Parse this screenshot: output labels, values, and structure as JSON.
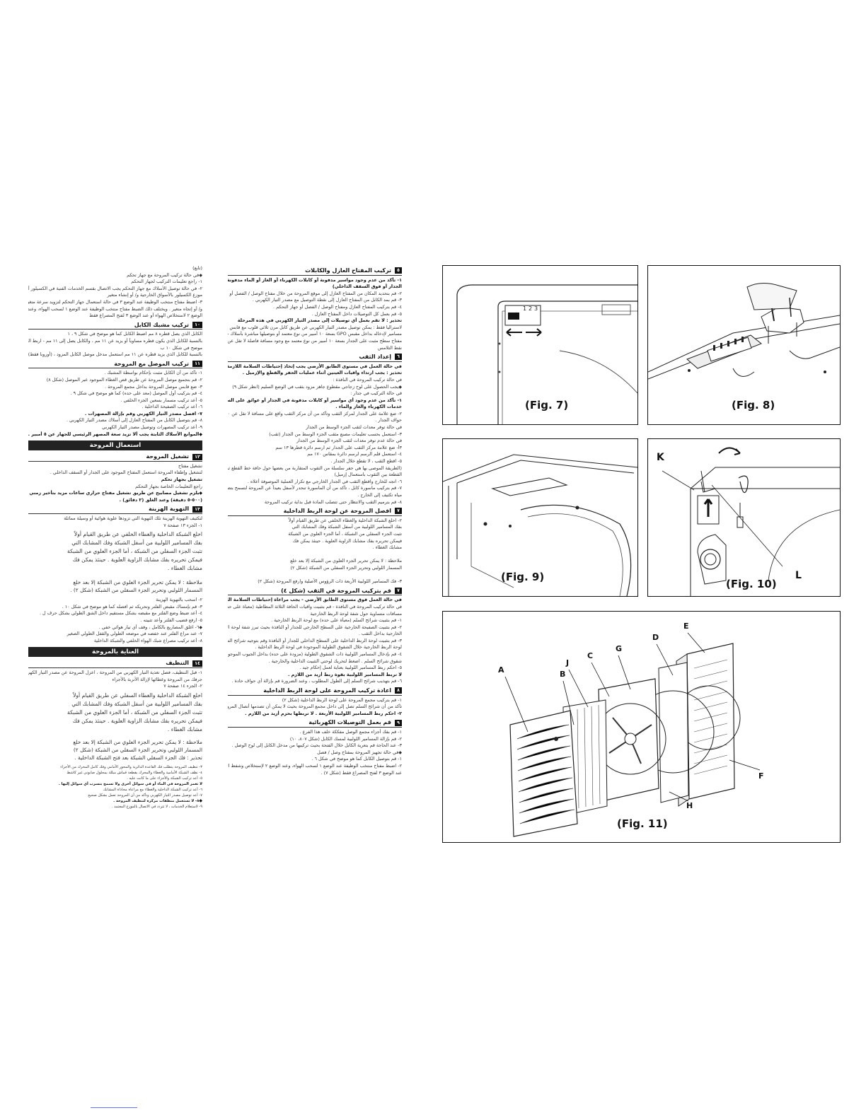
{
  "right_column": {
    "sections": [
      {
        "num": "٥",
        "title": "تركيب المفتاح العازل والكابلات",
        "lines": [
          {
            "t": "١- تأكد من عدم وجود مواسير مدفونة أو كابلات الكهرباء أو الغاز أو الماء مدفونة خلف موقع المفتاح (في",
            "b": true
          },
          {
            "t": "الجدار أو فوق السقف الداخلي)",
            "b": true
          },
          {
            "t": "٢- قم بتحديد المكان من المفتاح العازل إلى موقع المروحة من خلال مفتاح الوصل / الفصل أو جهاز التحكم ."
          },
          {
            "t": "٣- قم بمد الكابل من المفتاح العازل إلى نقطة التوصيل مع مصدر التيار الكهربي ."
          },
          {
            "t": "٤- قم بتركيب المفتاح العازل ومفتاح الوصل / الفصل أو جهاز التحكم ."
          },
          {
            "t": "٥- قم بعمل كل التوصيلات داخل المفتاح العازل ."
          },
          {
            "t": "تحذير : لا تقم بعمل أي توصيلات إلى مصدر التيار الكهربي في هذه المرحلة",
            "b": true
          },
          {
            "t": "لاستراليا فقط : يمكن توصيل مصدر التيار الكهربي عن طريق كابل مرن ثلاثي قلوب مع قابس بثلاثة"
          },
          {
            "t": "مسامير لإدخاله بداخل مقبس GPO بسعة ١٠ أمبير من نوع معتمد أو بتوصيلها مباشرة بأسلاك خلال"
          },
          {
            "t": "مفتاح سطح مثبت على الجدار بسعة ١٠ أمبير من نوع معتمد مع وجود مسافة فاصلة لا تقل عن ٣ مم من"
          },
          {
            "t": "نقط التلامس"
          }
        ]
      },
      {
        "num": "٦",
        "title": "إعداد الثقب",
        "lines": [
          {
            "t": "في حالة العمل في مستوى الطابق الأرضي يجب إتخاذ إحتياطات السلامة اللازمة .",
            "b": true
          },
          {
            "t": "تحذير : يجب ارتداء واقيات العينين أثناء عمليات الحفر والقطع والإزميل .",
            "b": true
          },
          {
            "t": "في حالة تركيب المروحة في النافذة :"
          },
          {
            "t": "يجب الحصول على لوح زجاجي مقطوع جاهز مزود بثقب في الوضع السليم (انظر شكل ٩)",
            "bullet": true
          },
          {
            "t": "في حالة التركيب في جدار :"
          },
          {
            "t": "١- تأكد من عدم وجود أي مواسير أو كابلات مدفونة في الجدار أو عوائق على السطح الخارجي مثل",
            "b": true
          },
          {
            "t": "خدمات الكهرباء والغاز والماء .",
            "b": true
          },
          {
            "t": "٢- ضع علامة على الجدار لمركز الثقب وتأكد من أن مركز الثقب واقع على مسافة لا تقل عن ٢٥٠ مم من"
          },
          {
            "t": "حواف الجدار ."
          },
          {
            "t": "في حالة توفر معدات لثقب الجزء الوسط من الجدار"
          },
          {
            "t": "٣- استعمل بحسب تعليمات مصنع مثقب الجزء الوسط من الجدار (ثقب)"
          },
          {
            "t": "في حالة عدم توفر معدات لثقب الجزء الوسط من الجدار"
          },
          {
            "t": "٣أ- ضع علامة مركز الثقب على الجدار ثم ارسم دائرة قطرها ١٣ سم"
          },
          {
            "t": "٤- استعمل قلم الرسم لرسم دائرة بمقاس ١٧٠ مم"
          },
          {
            "t": "٥- اقطع الثقب ، لا تقطع خلال الجدار ."
          },
          {
            "t": "(الطريقة الموصى بها هي حفر سلسلة من الثقوب المتقاربة من بعضها حول حافة خط القطع ثم قم بإزالة"
          },
          {
            "t": "القطعة بين الثقوب باستعمال إزميل)"
          },
          {
            "t": "٦- اتجه للخارج واقطع الثقب في الجدار الخارجي مع تكرار العملية الموصوفة أعلاه ."
          },
          {
            "t": "٧- قم بتركيب ماسورة كابل ، تأكد من أن الماسورة تنحدر لأسفل بعيداً عن المروحة لتسمح بتصريف أي"
          },
          {
            "t": "مياه تكثيف إلى الخارج ."
          },
          {
            "t": "٨- قم بترميم الثقب والانتظار حتى تتصلب المادة قبل بداية تركيب المروحة"
          }
        ]
      },
      {
        "num": "٧",
        "title": "افصل المروحة عن لوحة الربط الداخلية",
        "lines": [
          {
            "t": "٢- احلع الشبكة الداخلية والغطاء الخلفي عن طريق القيام أولاً"
          },
          {
            "t": "بفك المسامير اللولبية من أسفل الشبكة وفك المشابك التي"
          },
          {
            "t": "تثبت الجزء السفلي من الشبكة ، أما الجزء العلوي من الشبكة"
          },
          {
            "t": "فيمكن تحريره بفك مشابك الزاوية العلوية . حينئذ يمكن فك"
          },
          {
            "t": "مشابك الغطاء ."
          },
          {
            "t": ""
          },
          {
            "t": "ملاحظة : لا يمكن تحرير الجزء العلوي من الشبكة إلا بعد خلع"
          },
          {
            "t": "المسمار اللولبي وتحرير الجزء السفلي من الشبكة (شكل ٢)"
          },
          {
            "t": ""
          },
          {
            "t": "٣- فك المسامير اللولبية الأربعة ذات الرؤوس الأصلية وارفع المروحة (شكل ٢)"
          }
        ]
      },
      {
        "num": "٧",
        "title": "قم بتركيب المروحة في الثقب (شكل ٤)",
        "lines": [
          {
            "t": "في حالة العمل فوق مستوى الطابق الأرضي - يجب مراعاة إحتياطات السلامة اللازمة .",
            "b": true
          },
          {
            "t": "في حالة تركيب المروحة في النافذة - قم بتثبيت واقيات الحافة الثلاثة المطاطية (معباة على حده) على"
          },
          {
            "t": "مسافات متساوية حول شفة لوحة الربط الخارجية"
          },
          {
            "t": "١- قم بتثبيت شرائح السلم (معبأة على حده) مع لوحة الربط الخارجية ."
          },
          {
            "t": "٢- قم بتثبيت الصفيحة الخارجية على السطح الخارجي للجدار أو النافذة بحيث تبرز شفة لوحة الربط"
          },
          {
            "t": "الخارجية بداخل الثقب ."
          },
          {
            "t": "٣- قم بتثبيت لوحة الربط الداخلية على السطح الداخلي للجدار أو النافذة وقم بتوجيه شرائح السلم من"
          },
          {
            "t": "لوحة الربط الخارجية خلال الشقوق الطولية الموجودة في لوحة الربط الداخلية ."
          },
          {
            "t": "٤- قم بإدخال المسامير اللولبية ذات الشقوق الطولية (مزودة على حده) بداخل الجيوب الموجودة حول"
          },
          {
            "t": "شقوق شرائح السلم . اضغط لتحريك لوحتي التثبيت الداخلية والخارجية ."
          },
          {
            "t": "٥- احكم ربط المسامير اللولبية بعناية لعمل إحكام جيد ."
          },
          {
            "t": "لا تربط المسامير اللولبية بقوة ربط أزيد من اللازم .",
            "b": true
          },
          {
            "t": "٦- قم بتهذيب شرائح السلم إلى الطول المطلوب ، وعند الضرورة قم بإزالة أي حواف حادة ."
          }
        ]
      },
      {
        "num": "٨",
        "title": "اعادة تركيب المروحة على لوحة الربط الداخلية",
        "lines": [
          {
            "t": "١- قم بتركيب مجمع المروحة على لوحة الربط الداخلية (شكل ٢)"
          },
          {
            "t": "تأكد من أن شرائح السلم تصل إلى داخل مجمع المروحة بحيث لا يمكن أن تصدمها أنصال المروحة"
          },
          {
            "t": "٢- احكم ربط المسامير اللولبية الأربعة . لا تربطها بحزم أزيد من اللازم .",
            "b": true
          }
        ]
      },
      {
        "num": "٩",
        "title": "قم بعمل التوصيلات الكهربائية",
        "lines": [
          {
            "t": "١- قم بفك أجزاء مجمع الوصل مفككة خلف هذا الفرع ."
          },
          {
            "t": "٢- قم بإزالة المسامير اللولبية لمسك الكابل (شكل ٨٠٧، ١٠)"
          },
          {
            "t": "٣- عند الحاجة قم بتعرية الكابل خلال الفتحة بحيث تركيبها من مدخل الكابل إلى لوح الوصل ."
          },
          {
            "t": "في حالة تجهيز المروحة بمفتاح وصل / فصل",
            "bullet": true
          },
          {
            "t": "١- قم بتوصيل الكابل كما هو موضح في شكل ٦ ."
          },
          {
            "t": "٢- اضبط مفتاح منتخب الوظيفة عند الوضع ١ لسحب الهواء، وعند الوضع ٢ لإستخلاص وشفط الهواء أو"
          },
          {
            "t": "عند الوضع ٣ لفتح المصراع فقط (شكل ٧) ."
          }
        ]
      }
    ]
  },
  "left_column": {
    "top_lines": [
      {
        "t": "(تابع)"
      },
      {
        "t": "في حالة تركيب المروحة مع جهاز تحكم",
        "bullet": true
      },
      {
        "t": "١- راجع تعليمات التركيب لجهاز التحكم"
      },
      {
        "t": "٢- في حالة توصيل الأسلاك مع جهاز التحكم يجب الاتصال بقسم الخدمات الفنية في الكسيلور أو"
      },
      {
        "t": "موزع الكسيلور بالأسواق الخارجية و/ أو إنشاء متغير"
      },
      {
        "t": "٣- اضبط مفتاح منتخب الوظيفة عند الوضع ٣ في حالة استعمال جهاز التحكم لتزويد سرعة متغيرة"
      },
      {
        "t": "و/ أو إتجاه متغير . ويختلف ذلك الضبط مفتاح منتخب الوظيفة عند الوضع ١ لسحب الهواء، وعند"
      },
      {
        "t": "الوضع ٢ لاستخلاص الهواء أو عند الوضع ٣ لفتح المصراع فقط"
      }
    ],
    "sections": [
      {
        "num": "١٠",
        "title": "تركيب مشبك الكابل",
        "lines": [
          {
            "t": "الكابل الذي يصل قطره ٨ مم اضبط الكابل كما هو موضح في شكل ٩ ، ١"
          },
          {
            "t": "بالنسبة للكابل الذي يكون قطره مساوياً أو يزيد عن ١١ مم ، والكابل يصل إلى ١١ مم - اربط الكابل كما هو"
          },
          {
            "t": "موضح في شكل ١٠ ب"
          },
          {
            "t": "بالنسبة للكابل الذي يزيد قطره عن ١١ مم استعمل مدخل موصل الكابل المزود ، (أوروبا فقط)"
          }
        ]
      },
      {
        "num": "١١",
        "title": "تركيب الموصل مع المروحة",
        "lines": [
          {
            "t": "١- تأكد من أن الكابل مثبت بإحكام بواسطة المشبك ."
          },
          {
            "t": "٢- قم بتجميع موصل المروحة عن طريق قص الغطاء الموجود عبر الموصل (شكل ٨)"
          },
          {
            "t": "٣- ضع قابس موصل المروحة بداخل مجمع المروحة ."
          },
          {
            "t": "٤- قم بتركيب أول الموصل (معد على حده) كما هو موضح في شكل ٩ ."
          },
          {
            "t": "٥- أعد تركيب مسمار بسعين الجزء الخلفي ."
          },
          {
            "t": "٦- أعد تركيب الصفيحة الداخلية ."
          },
          {
            "t": "٧- افصل مصدر التيار الكهربي وقم بإزالة المصهرات .",
            "b": true
          },
          {
            "t": "٨- قم بتوصيل الكابل من المفتاح العازل إلى أسلاك مصدر التيار الكهربي ."
          },
          {
            "t": "٩- أعد تركيب المصهرات وتوصيل مصدر التيار الكهربي"
          },
          {
            "t": "الموانع الأسلاك الثابتة يجب ألا تزيد سعة المصهر الرئيسي للجهاز عن ٥ أمبير .",
            "bullet": true,
            "b": true
          }
        ]
      }
    ],
    "band1": "استعمال المروحة",
    "sections2": [
      {
        "num": "١٢",
        "title": "تشغيل المروحة",
        "lines": [
          {
            "t": "تشغيل مفتاح"
          },
          {
            "t": "لتشغيل وإطفاء المروحة استعمل المفتاح الموجود على الجدار أو السقف الداخلي ."
          },
          {
            "t": "تشغيل بجهاز تحكم",
            "b": true
          },
          {
            "t": "راجع التعليمات الخاصة بجهاز التحكم"
          },
          {
            "t": "يلزم تشغيل مصابيح عن طريق تشغيل مفتاح حراري ساعات مزيد بتأخير زمني عند الفتح",
            "bullet": true,
            "b": true
          },
          {
            "t": "(٥٠٠-٥ دقيقة) وعند الغلق (٢ دقائق) .",
            "b": true
          }
        ]
      },
      {
        "num": "١٣",
        "title": "التهوية الهزينة",
        "lines": [
          {
            "t": "لتكثيف التهوية الهزينة تلك التهوية التي تزودها علوية هوائية أو وسيلة مماثلة"
          },
          {
            "t": "١- الجزء ١٣ صفحة ٧"
          }
        ]
      }
    ],
    "mid_big_lines": [
      "اخلع الشبكة الداخلية والغطاء الخلفي عن طريق القيام أولاً",
      "بفك المسامير اللولبية من أسفل الشبكة وفك المشابك التي",
      "تثبت الجزء السفلي من الشبكة ، أما الجزء العلوي من الشبكة",
      "فيمكن تحريره بفك مشابك الزاوية العلوية . حينئذ يمكن فك",
      "مشابك الغطاء ."
    ],
    "mid_note": [
      "ملاحظة : لا يمكن تحرير الجزء العلوي من الشبكة إلا بعد خلع",
      "المسمار اللولبي وتحرير الجزء السفلي من الشبكة (شكل ٢) ."
    ],
    "mid_small": [
      {
        "t": "٢- اسحب بالتهوية الهزينة"
      },
      {
        "t": "٣- قم بإمساك مقبض الفلتر وتحريكه ثم افصله كما هو موضح في شكل ١٠ ."
      },
      {
        "t": "٤- أعد ضبط وضع الفلتر مع مقبضه بشكل مستقيم داخل الشق الطولي بشكل حرف ل ."
      },
      {
        "t": "٥- ارفع قضيب الفلتر وأعد تثبيته ."
      },
      {
        "t": "٦- اغلق المصاريع بالكامل ، وقف أي تيار هوائي خفي .",
        "bullet": true
      },
      {
        "t": "٧- عند مراع الفلتر عند خفضه في موضعه الطولي والقفل الطولي الصغير"
      },
      {
        "t": "٨- أعد تركيب مصراع شبك الهواء الخلفي والشبكة الداخلية"
      }
    ],
    "band2": "العناية بالمروحة",
    "sections3": [
      {
        "num": "١٤",
        "title": "التنظيف",
        "lines": [
          {
            "t": "١- قبل التنظيف، فصل تغذية التيار الكهربي من المروحة ، اعزل المروحة عن مصدر التيار الكهربي المراد قطع"
          },
          {
            "t": "جرفك من المروحة وغطائها لإزالة الأتربة بالأجزاء"
          },
          {
            "t": "٢- الجزء ١٤ صفحة ٧"
          }
        ]
      }
    ],
    "bottom_big_lines": [
      "اخلع الشبكة الداخلية والغطاء السفلي عن طريق القيام أولاً",
      "بفك المسامير اللولبية من أسفل الشبكة وفك المشابك التي",
      "تثبت الجزء السفلي من الشبكة ، أما الجزء العلوي من الشبكة",
      "فيمكن تحريره بفك مشابك الزاوية العلوية . حينئذ يمكن فك",
      "مشابك الغطاء ."
    ],
    "bottom_note": [
      "ملاحظة : لا يمكن تحرير الجزء العلوي من الشبكة إلا بعد خلع",
      "المسمار اللولبي وتحرير الجزء السفلي من الشبكة (شكل ٢)",
      "تحذير : فك الجزء السفلي الشبكة بعد فتح الشبكة الداخلية ."
    ],
    "bottom_small": [
      {
        "t": "٣- تنظيف المروحة يتطلب فك القاعدة الدائرية والمحور الأمامي وفك كامل المحرك من الأجزاء"
      },
      {
        "t": "٤- نظف الشبكة الأمامية والغطاء والمحرك بقطعة قماش مبللة بمحلول صابوني غير كاشط"
      },
      {
        "t": "٥- أعد تركيب الشبكة والأجزاء على ما كانت عليه ."
      },
      {
        "t": "لا تغمر المروحة في الماء أو في سوائل أخرى ولا تسمح بتسرب أي سوائل إليها .",
        "b": true
      },
      {
        "t": "٦- أعد تركيب الشبكة الداخلية والغطاء مع مراعاة محاذاة المشابك"
      },
      {
        "t": "٧- أعد توصيل مصدر التيار الكهربي وتأكد من أن المروحة تعمل بشكل صحيح"
      },
      {
        "t": "٨- لا تستعمل منظفات مركزة لتنظيف المروحة .",
        "bullet": true,
        "b": true
      },
      {
        "t": "٩- لاستعلام الخدمات ، لا تتردد في الاتصال بالموزع المعتمد ."
      }
    ]
  },
  "figures": {
    "fig7": {
      "caption": "(Fig. 7)",
      "switch_labels": [
        "1",
        "2",
        "3"
      ]
    },
    "fig8": {
      "caption": "(Fig. 8)"
    },
    "fig9": {
      "caption": "(Fig. 9)"
    },
    "fig10": {
      "caption": "(Fig. 10)",
      "labels": [
        "K",
        "L"
      ]
    },
    "fig11": {
      "caption": "(Fig. 11)",
      "labels": [
        "A",
        "B",
        "C",
        "G",
        "J",
        "D",
        "E",
        "F",
        "H"
      ]
    }
  }
}
